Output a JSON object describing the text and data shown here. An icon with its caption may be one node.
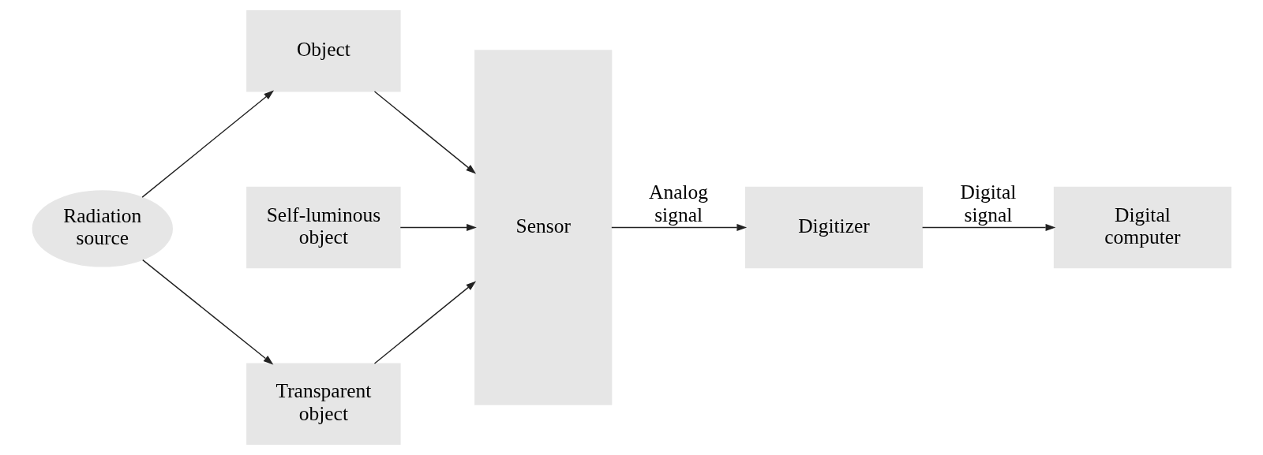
{
  "diagram": {
    "nodes": [
      {
        "text": [
          "Radiation source"
        ]
      },
      {
        "text": [
          "Object"
        ]
      },
      {
        "text": [
          "Self-luminous object"
        ]
      },
      {
        "text": [
          "Transparent object"
        ]
      },
      {
        "text": [
          "Sensor"
        ]
      },
      {
        "text": [
          "Digitizer"
        ]
      },
      {
        "text": [
          "Digital computer"
        ]
      }
    ],
    "edges": [
      {
        "from": 0,
        "to": 1,
        "arrow": "to"
      },
      {
        "from": 0,
        "to": 3,
        "arrow": "to"
      },
      {
        "from": 1,
        "to": 4,
        "arrow": "to"
      },
      {
        "from": 2,
        "to": 4,
        "arrow": "to"
      },
      {
        "from": 3,
        "to": 4,
        "arrow": "to"
      },
      {
        "from": 4,
        "to": 5,
        "arrow": "to",
        "label": "Analog signal"
      },
      {
        "from": 5,
        "to": 6,
        "arrow": "to",
        "label": "Digital signal"
      }
    ]
  }
}
